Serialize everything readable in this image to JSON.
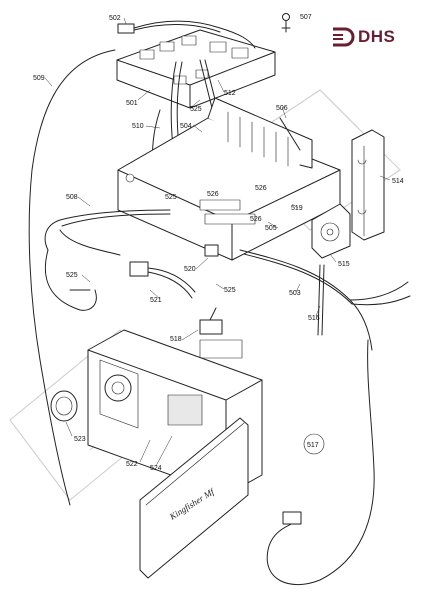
{
  "brand": {
    "logo_text": "DHS",
    "color": "#6b1d33"
  },
  "panel_script": "Kingfisher Mf",
  "part_numbers": [
    {
      "id": "502",
      "label": "502"
    },
    {
      "id": "507",
      "label": "507"
    },
    {
      "id": "509",
      "label": "509"
    },
    {
      "id": "501",
      "label": "501"
    },
    {
      "id": "512",
      "label": "512"
    },
    {
      "id": "525-top",
      "label": "525"
    },
    {
      "id": "506",
      "label": "506"
    },
    {
      "id": "510",
      "label": "510"
    },
    {
      "id": "504",
      "label": "504"
    },
    {
      "id": "514",
      "label": "514"
    },
    {
      "id": "508",
      "label": "508"
    },
    {
      "id": "525-mid",
      "label": "525"
    },
    {
      "id": "526-a",
      "label": "526"
    },
    {
      "id": "526-b",
      "label": "526"
    },
    {
      "id": "526-c",
      "label": "526"
    },
    {
      "id": "519",
      "label": "519"
    },
    {
      "id": "505",
      "label": "505"
    },
    {
      "id": "515",
      "label": "515"
    },
    {
      "id": "525-left",
      "label": "525"
    },
    {
      "id": "520",
      "label": "520"
    },
    {
      "id": "525-right",
      "label": "525"
    },
    {
      "id": "503",
      "label": "503"
    },
    {
      "id": "521",
      "label": "521"
    },
    {
      "id": "516",
      "label": "516"
    },
    {
      "id": "518",
      "label": "518"
    },
    {
      "id": "523",
      "label": "523"
    },
    {
      "id": "522",
      "label": "522"
    },
    {
      "id": "524",
      "label": "524"
    },
    {
      "id": "517",
      "label": "517"
    }
  ]
}
